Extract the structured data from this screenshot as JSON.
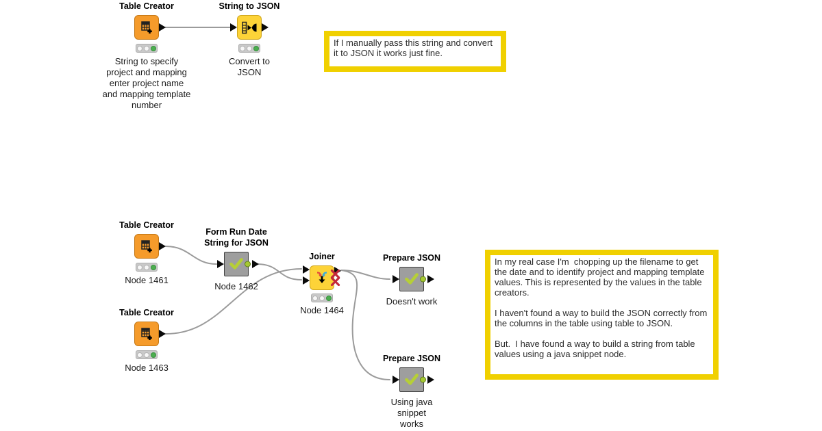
{
  "colors": {
    "node_orange": "#f59b2b",
    "node_yellow": "#fdd338",
    "node_gray": "#9e9e9e",
    "annotation_yellow": "#f0d000",
    "traffic_green": "#4cae4f",
    "check_green": "#b6cf36",
    "port_circle_green": "#a6c832",
    "error_red": "#c2293b",
    "connection_gray": "#9b9b9b"
  },
  "workflow": {
    "nodes": {
      "tc_top": {
        "title": "Table Creator",
        "caption": "String to specify\nproject and mapping\nenter project name\nand mapping template\nnumber"
      },
      "stj": {
        "title": "String to JSON",
        "caption": "Convert to\nJSON"
      },
      "tc_1461": {
        "title": "Table Creator",
        "caption": "Node 1461"
      },
      "form_1462": {
        "title": "Form Run Date\nString for JSON",
        "caption": "Node 1462"
      },
      "tc_1463": {
        "title": "Table Creator",
        "caption": "Node 1463"
      },
      "joiner_1464": {
        "title": "Joiner",
        "caption": "Node 1464"
      },
      "prepare_top": {
        "title": "Prepare JSON",
        "caption": "Doesn't work"
      },
      "prepare_bottom": {
        "title": "Prepare JSON",
        "caption": "Using java\nsnippet\nworks"
      }
    },
    "annotations": {
      "manual_string": {
        "text": "If I manually pass this string and convert it to JSON it works just fine."
      },
      "real_case": {
        "text": "In my real case I'm  chopping up the filename to get the date and to identify project and mapping template values. This is represented by the values in the table creators.\n\nI haven't found a way to build the JSON correctly from the columns in the table using table to JSON.\n\nBut.  I have found a way to build a string from table values using a java snippet node."
      }
    }
  }
}
